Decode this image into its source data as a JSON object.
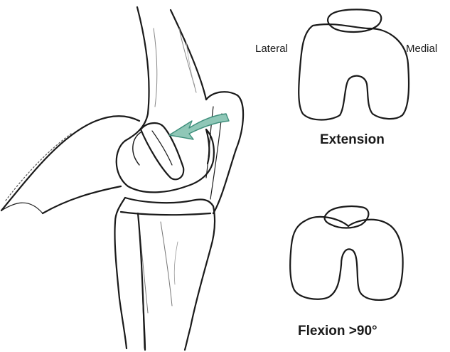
{
  "labels": {
    "lateral": "Lateral",
    "medial": "Medial",
    "extension": "Extension",
    "flexion": "Flexion >90°"
  },
  "colors": {
    "line": "#1a1a1a",
    "arrow_fill": "#8fc7b7",
    "arrow_stroke": "#3f8f7c",
    "background": "#ffffff"
  },
  "icons": {
    "arrow": "teal-arrow-icon"
  }
}
